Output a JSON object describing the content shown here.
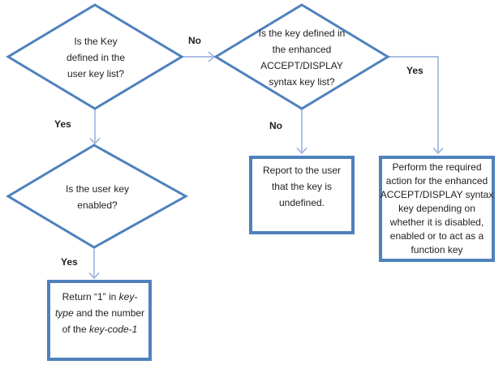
{
  "diagram": {
    "type": "flowchart",
    "colors": {
      "shape_border": "#4f81bd",
      "connector": "#8ea9d6",
      "text": "#1f1f1f",
      "background": "#ffffff"
    },
    "decisions": {
      "user_key_defined": {
        "text": "Is the Key\ndefined in the\nuser key list?"
      },
      "enhanced_key_defined": {
        "text": "Is the key defined in\nthe enhanced\nACCEPT/DISPLAY\nsyntax key list?"
      },
      "user_key_enabled": {
        "text": "Is the user key\nenabled?"
      }
    },
    "processes": {
      "report_undefined": {
        "text": "Report to the user\nthat the key is\nundefined."
      },
      "perform_action": {
        "text": "Perform the required\naction for the enhanced\nACCEPT/DISPLAY syntax\nkey depending on\nwhether it is disabled,\nenabled or to act as a\nfunction key"
      },
      "return_key_type": {
        "parts": [
          "Return “1” in ",
          "key-",
          "type",
          " and the number",
          "of the ",
          "key-code-1"
        ]
      }
    },
    "edge_labels": {
      "d1_to_d2": "No",
      "d1_to_d3": "Yes",
      "d2_to_report": "No",
      "d2_to_perform": "Yes",
      "d3_to_return": "Yes"
    }
  }
}
